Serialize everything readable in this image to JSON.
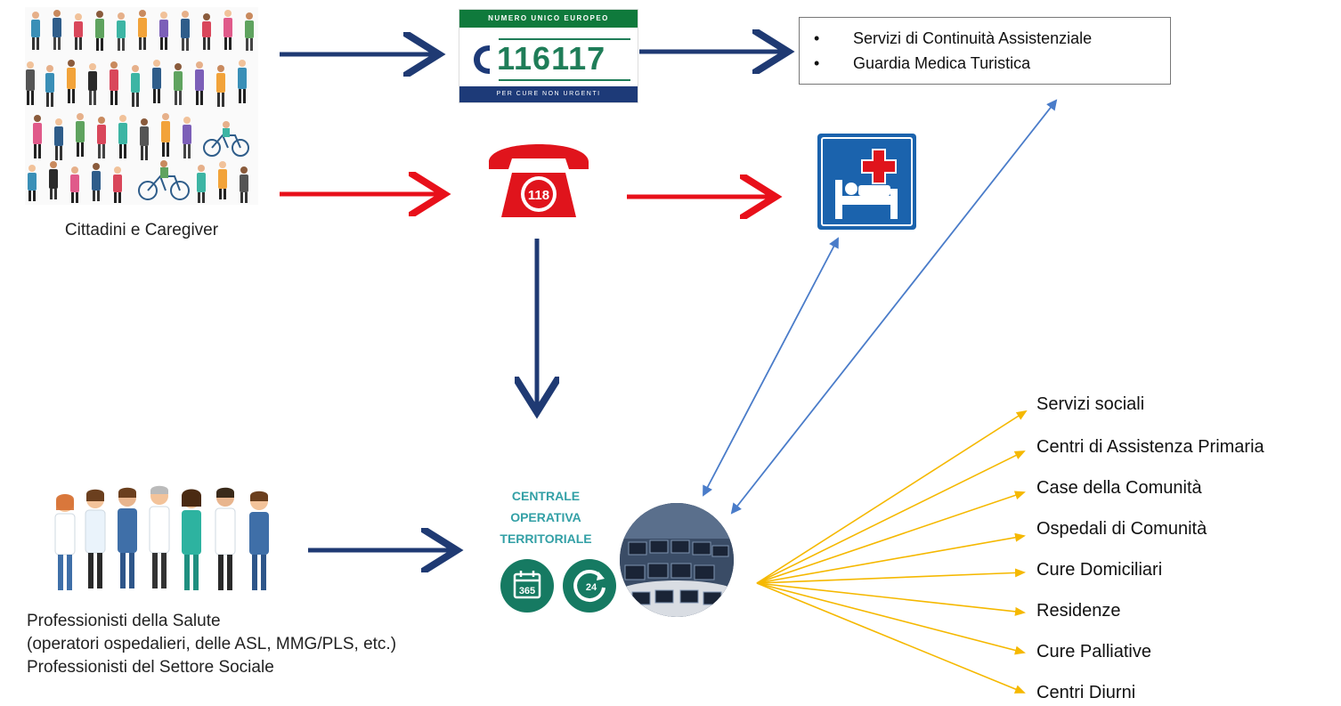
{
  "crowd": {
    "label": "Cittadini e Caregiver"
  },
  "logo_116117": {
    "top_text": "NUMERO UNICO EUROPEO",
    "number": "116117",
    "bottom_text": "PER CURE NON URGENTI"
  },
  "services": {
    "items": [
      "Servizi di Continuità Assistenziale",
      "Guardia Medica Turistica"
    ]
  },
  "phone": {
    "number": "118"
  },
  "professionals": {
    "line1": "Professionisti della Salute",
    "line2": "(operatori ospedalieri, delle ASL, MMG/PLS, etc.)",
    "line3": "Professionisti del Settore Sociale"
  },
  "centrale": {
    "line1": "CENTRALE",
    "line2": "OPERATIVA",
    "line3": "TERRITORIALE",
    "icon_365": "365",
    "icon_24": "24"
  },
  "destinations": [
    "Servizi sociali",
    "Centri di Assistenza Primaria",
    "Case della Comunità",
    "Ospedali di Comunità",
    "Cure Domiciliari",
    "Residenze",
    "Cure Palliative",
    "Centri Diurni"
  ],
  "colors": {
    "navy_arrow": "#1f3a73",
    "red_arrow": "#e8101a",
    "blue_thin": "#4a7cc9",
    "yellow_arrow": "#f5b800",
    "hospital_blue": "#1b63ad",
    "cot_teal": "#33a0a6",
    "icon_green": "#167a62"
  }
}
